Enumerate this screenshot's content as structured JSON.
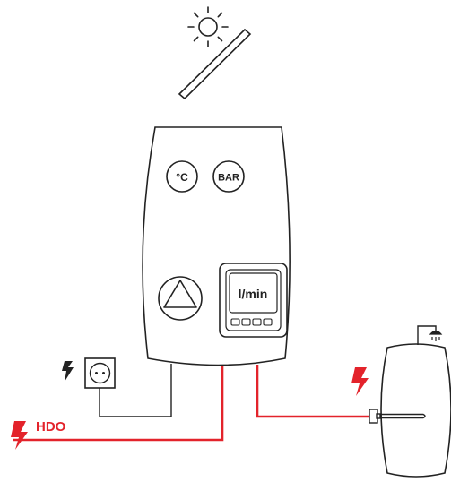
{
  "labels": {
    "temperature": "°C",
    "pressure": "BAR",
    "flow": "l/min",
    "hdo": "HDO"
  },
  "colors": {
    "line": "#222222",
    "power": "#e3232b",
    "background": "#ffffff"
  },
  "icons": [
    "sun-icon",
    "solar-panel-icon",
    "pump-icon",
    "socket-icon",
    "lightning-icon",
    "shower-icon"
  ]
}
